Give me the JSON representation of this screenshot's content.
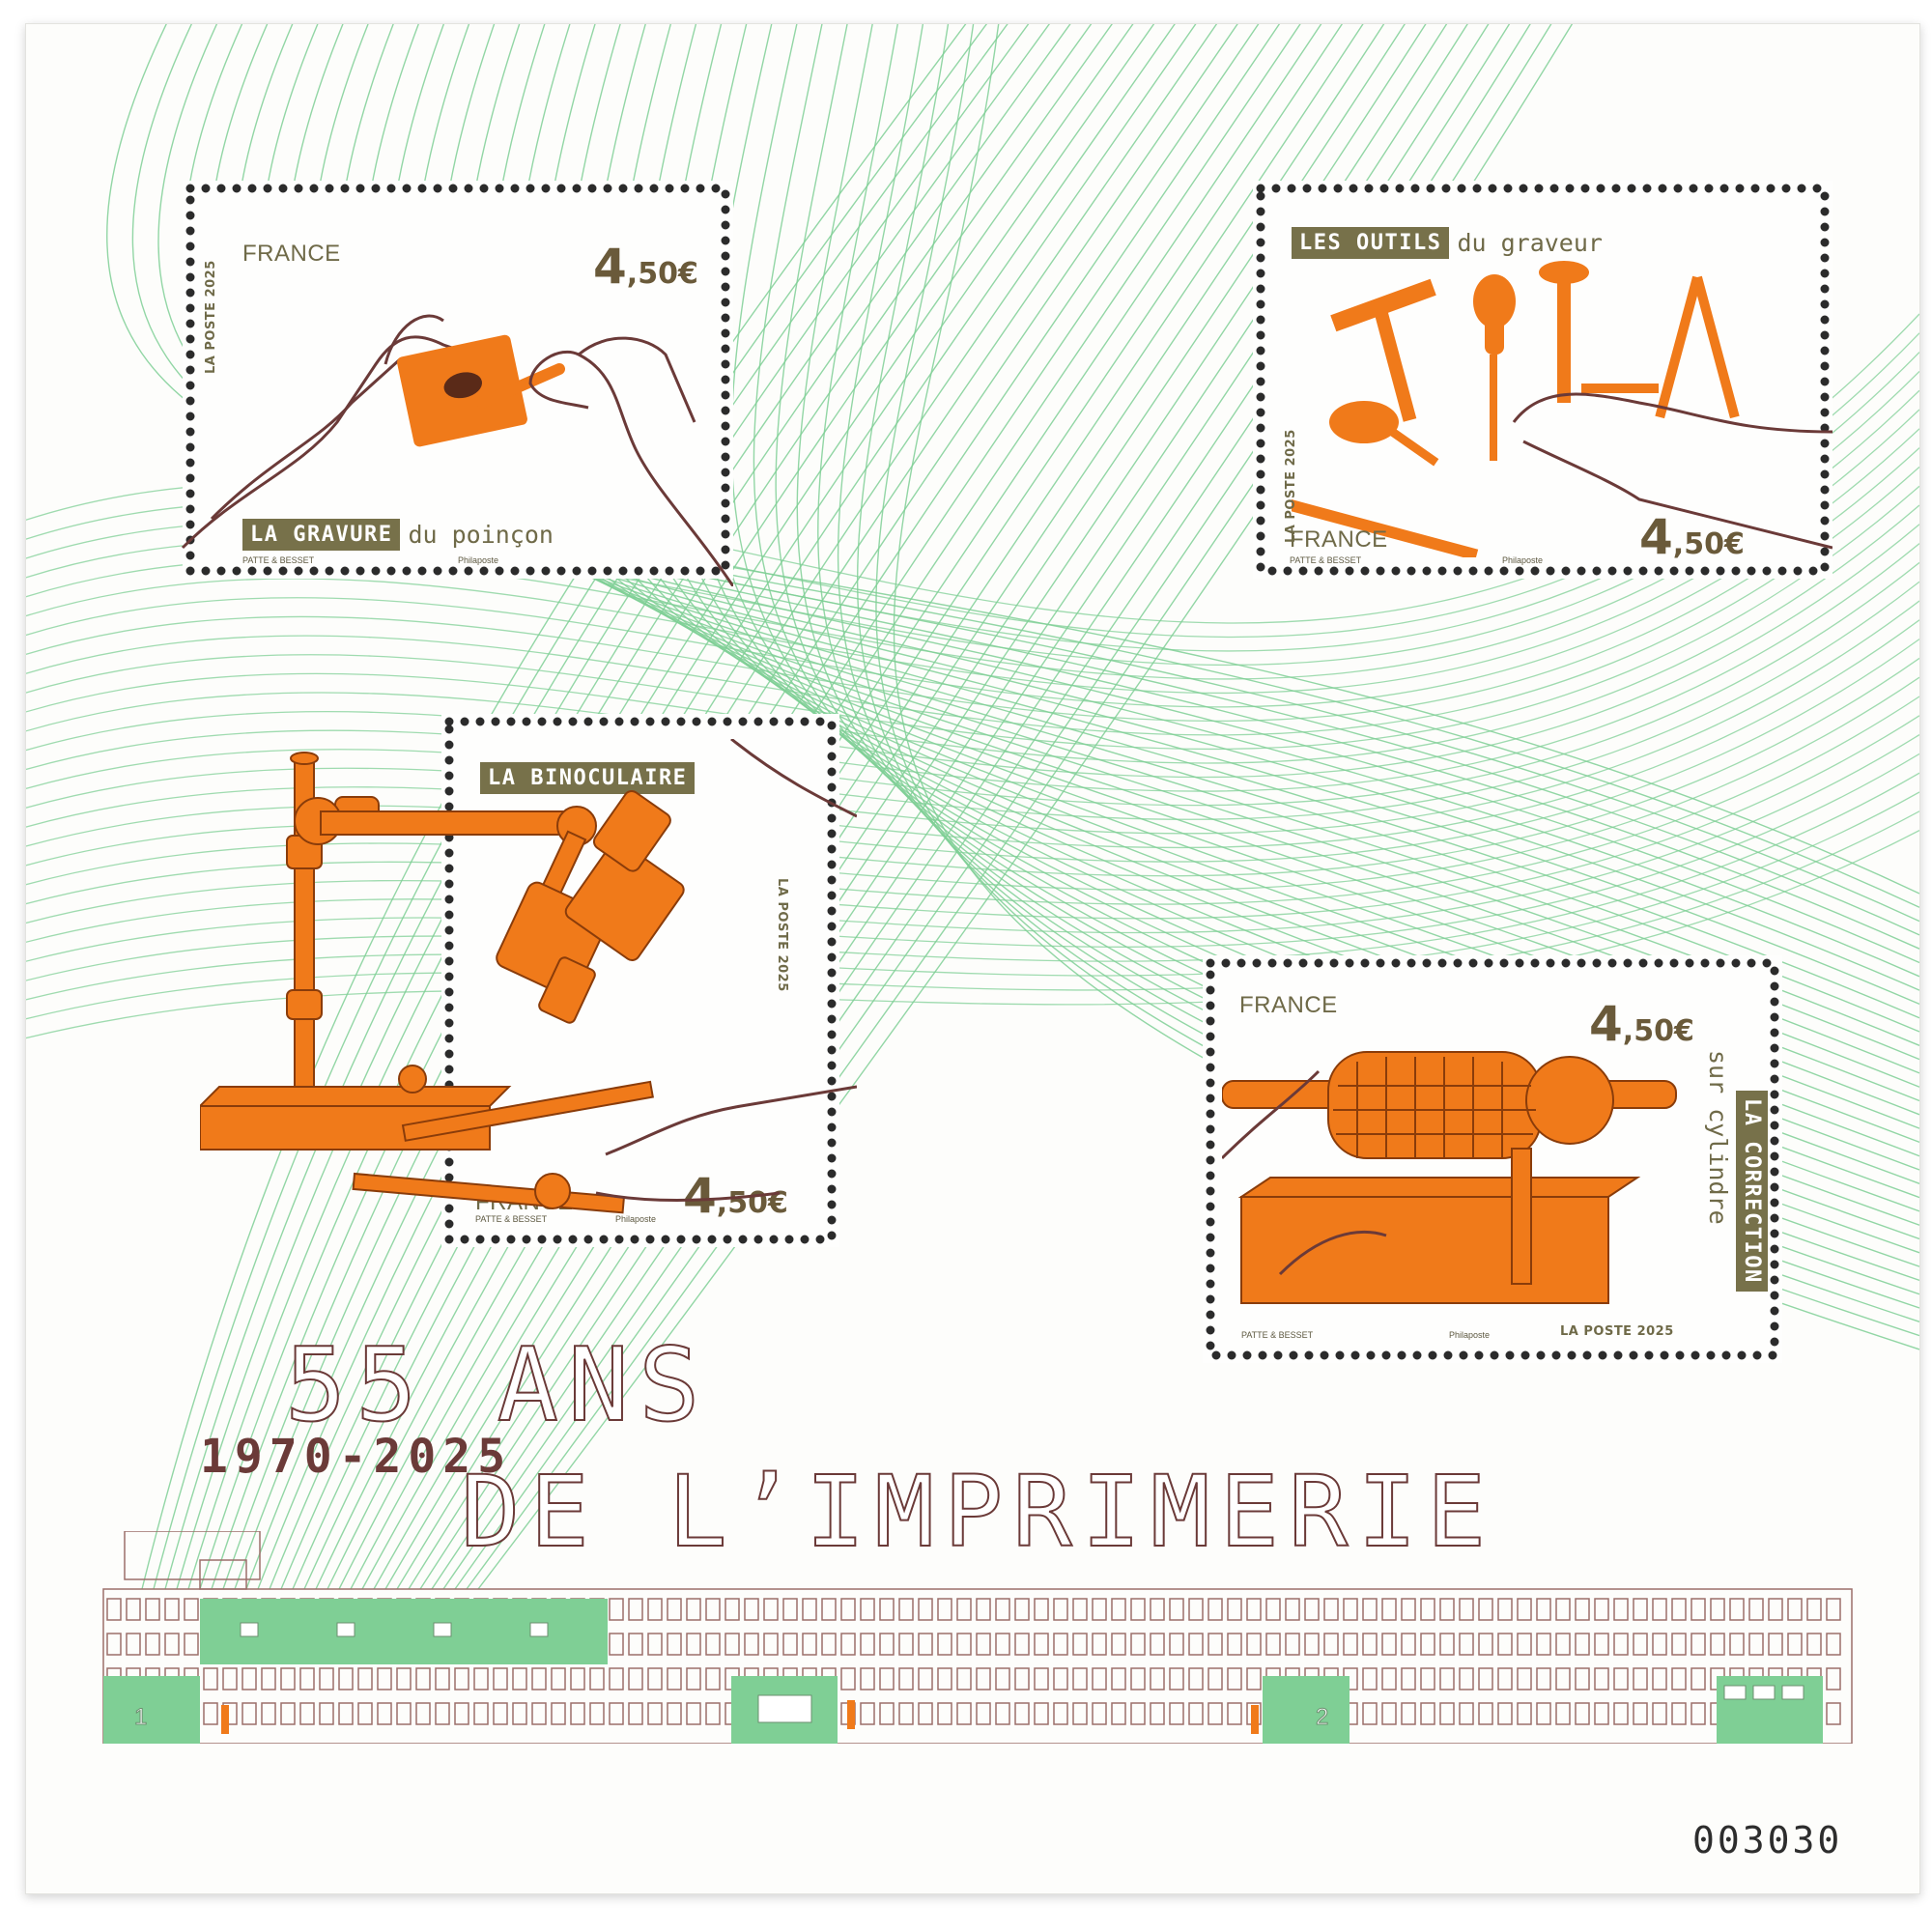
{
  "sheet": {
    "title_line1": "55 ANS",
    "title_line2": "DE L’IMPRIMERIE",
    "years": "1970-2025",
    "serial": "003030",
    "colors": {
      "green": "#7fcf95",
      "orange": "#f07a1a",
      "olive": "#77714a",
      "brown": "#6b3a38",
      "perforation": "#2b2b2b"
    }
  },
  "stamps": [
    {
      "country": "FRANCE",
      "printer": "LA POSTE 2025",
      "price_main": "4",
      "price_cents": ",50€",
      "caption_tag": "LA GRAVURE",
      "caption_rest": "du poinçon",
      "designer": "PATTE & BESSET",
      "printer_credit": "Philaposte"
    },
    {
      "country": "FRANCE",
      "printer": "LA POSTE 2025",
      "price_main": "4",
      "price_cents": ",50€",
      "caption_tag": "LES OUTILS",
      "caption_rest": "du graveur",
      "designer": "PATTE & BESSET",
      "printer_credit": "Philaposte"
    },
    {
      "country": "FRANCE",
      "printer": "LA POSTE 2025",
      "price_main": "4",
      "price_cents": ",50€",
      "caption_tag": "LA BINOCULAIRE",
      "caption_rest": "",
      "designer": "PATTE & BESSET",
      "printer_credit": "Philaposte"
    },
    {
      "country": "FRANCE",
      "printer": "LA POSTE 2025",
      "price_main": "4",
      "price_cents": ",50€",
      "caption_tag": "LA CORRECTION",
      "caption_rest": "sur cylindre",
      "designer": "PATTE & BESSET",
      "printer_credit": "Philaposte"
    }
  ],
  "building": {
    "door_numbers": [
      "1",
      "2"
    ]
  }
}
